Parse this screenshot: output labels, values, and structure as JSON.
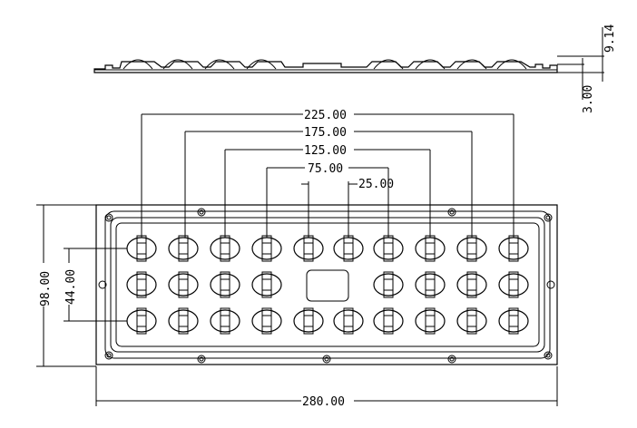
{
  "dimensions": {
    "side_height": "9.14",
    "side_base": "3.00",
    "width_225": "225.00",
    "width_175": "175.00",
    "width_125": "125.00",
    "width_75": "75.00",
    "width_25": "25.00",
    "height_98": "98.00",
    "height_44": "44.00",
    "overall_width": "280.00"
  },
  "lens_grid": {
    "columns": 10,
    "rows": 3,
    "center_gap_columns": [
      4,
      5
    ],
    "center_gap_row": 1
  },
  "colors": {
    "line": "#000000",
    "background": "#ffffff"
  }
}
